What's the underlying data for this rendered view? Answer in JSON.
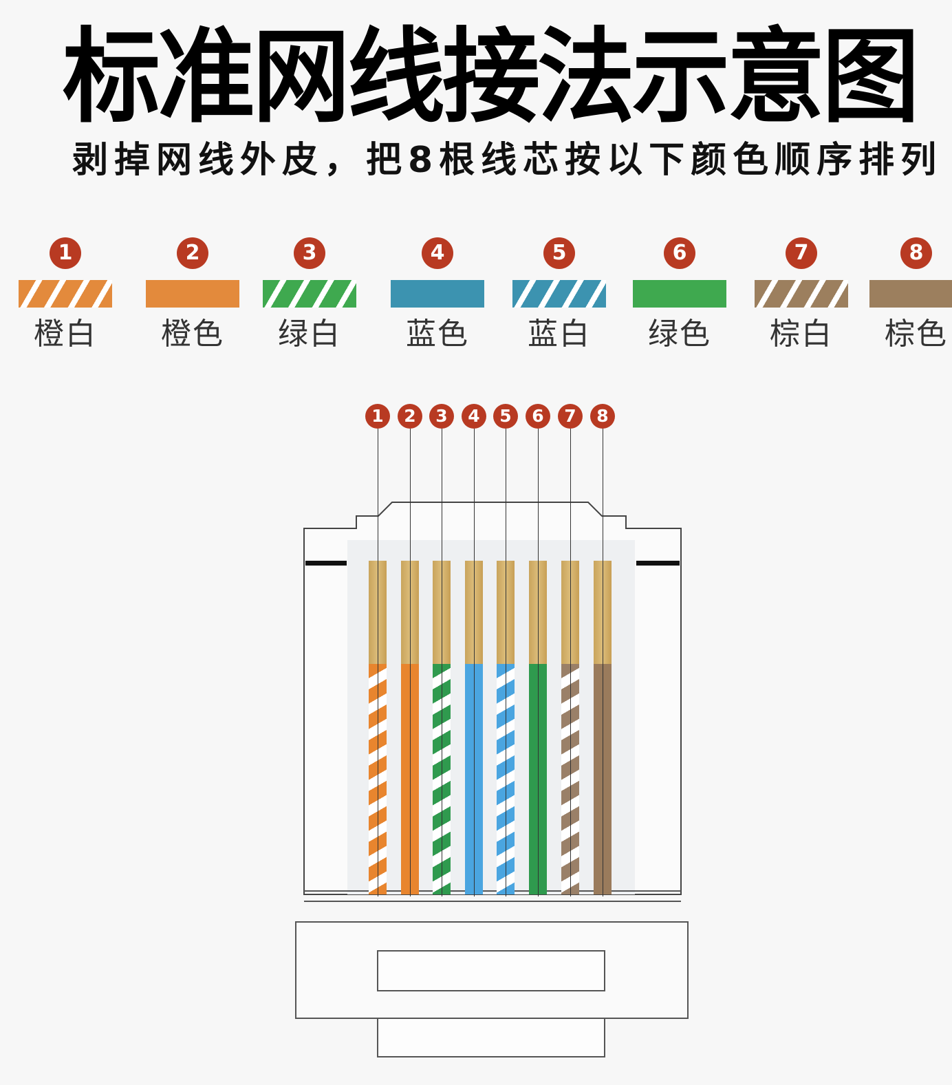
{
  "title": "标准网线接法示意图",
  "subtitle": "剥掉网线外皮，把8根线芯按以下颜色顺序排列",
  "legend": [
    {
      "number": "1",
      "label": "橙白",
      "color": "#e38a3c",
      "striped": true
    },
    {
      "number": "2",
      "label": "橙色",
      "color": "#e38a3c",
      "striped": false
    },
    {
      "number": "3",
      "label": "绿白",
      "color": "#3fa94f",
      "striped": true
    },
    {
      "number": "4",
      "label": "蓝色",
      "color": "#3c93b0",
      "striped": false
    },
    {
      "number": "5",
      "label": "蓝白",
      "color": "#3c93b0",
      "striped": true
    },
    {
      "number": "6",
      "label": "绿色",
      "color": "#3fa94f",
      "striped": false
    },
    {
      "number": "7",
      "label": "棕白",
      "color": "#9c7f5e",
      "striped": true
    },
    {
      "number": "8",
      "label": "棕色",
      "color": "#9c7f5e",
      "striped": false
    }
  ],
  "connector": {
    "pins": [
      "1",
      "2",
      "3",
      "4",
      "5",
      "6",
      "7",
      "8"
    ],
    "wire_colors": [
      "#e8852e",
      "#e8852e",
      "#2f9a4e",
      "#4aa5e0",
      "#4aa5e0",
      "#2f9a4e",
      "#9a8068",
      "#9a7b5c"
    ],
    "wire_striped": [
      true,
      false,
      true,
      false,
      true,
      false,
      true,
      false
    ]
  }
}
